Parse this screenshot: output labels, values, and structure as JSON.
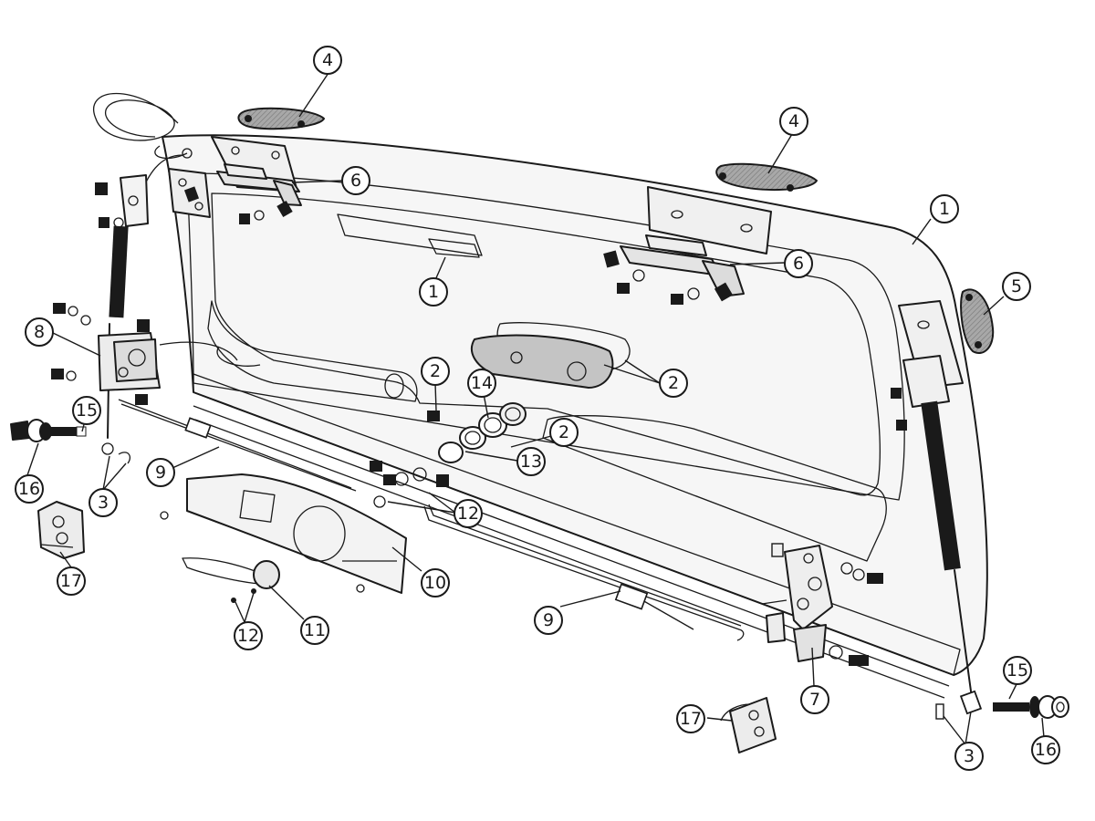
{
  "callouts": {
    "c1_top": "1",
    "c1_center": "1",
    "c2_a": "2",
    "c2_b": "2",
    "c2_c": "2",
    "c3_left": "3",
    "c3_right": "3",
    "c4_left": "4",
    "c4_right": "4",
    "c5": "5",
    "c6_left": "6",
    "c6_right": "6",
    "c7": "7",
    "c8": "8",
    "c9_left": "9",
    "c9_right": "9",
    "c10": "10",
    "c11": "11",
    "c12_left": "12",
    "c12_center": "12",
    "c13": "13",
    "c14": "14",
    "c15_left": "15",
    "c15_right": "15",
    "c16_left": "16",
    "c16_right": "16",
    "c17_left": "17",
    "c17_right": "17"
  },
  "colors": {
    "line": "#1a1a1a",
    "panel_fill": "#f4f4f4",
    "glass_fill": "#d9d9d9",
    "pad_fill": "#9a9a9a",
    "metal_fill": "#e6e6e6"
  }
}
